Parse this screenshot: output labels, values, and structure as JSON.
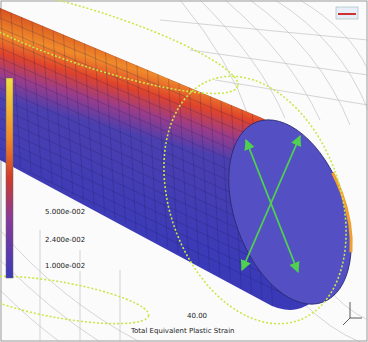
{
  "diagram": {
    "labels": [
      "5.000e-002",
      "2.400e-002",
      "1.000e-002",
      "40.00",
      "Total Equivalent Plastic Strain"
    ]
  }
}
